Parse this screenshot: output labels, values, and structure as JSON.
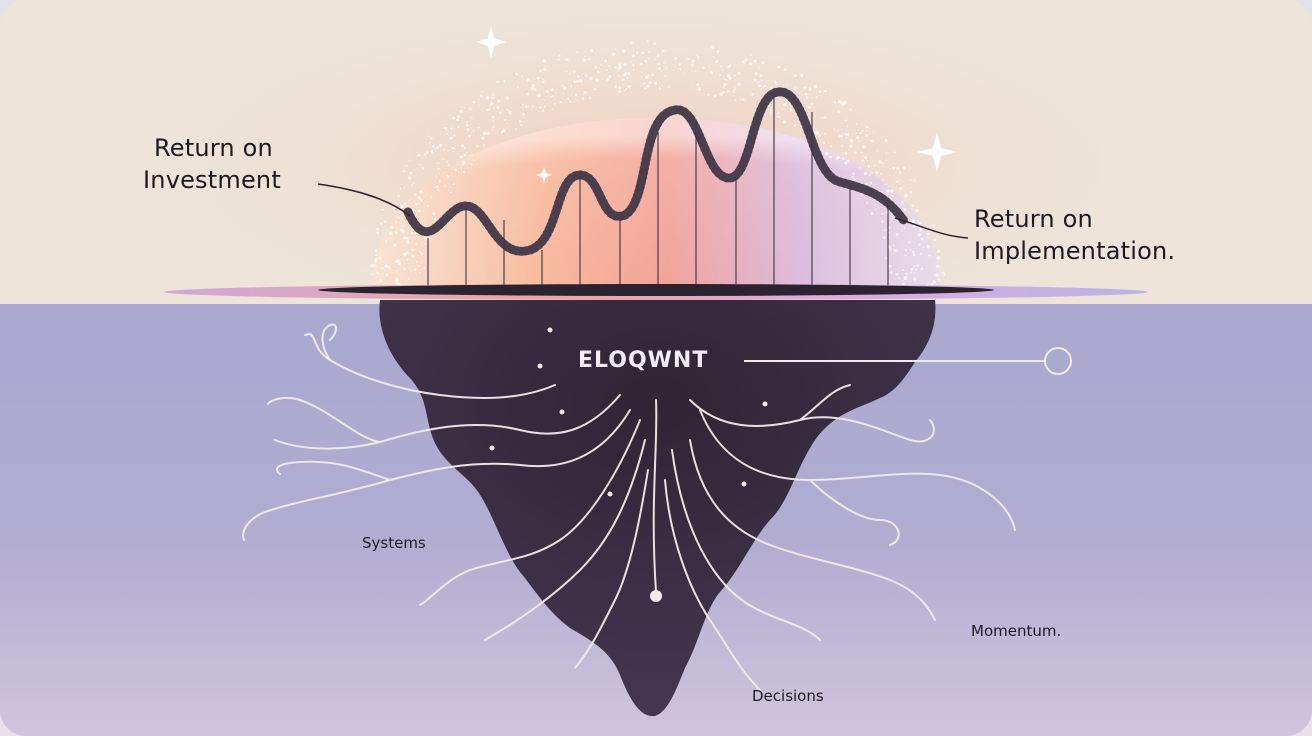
{
  "diagram": {
    "left_label_line1": "Return on",
    "left_label_line2": "Investment",
    "right_label_line1": "Return on",
    "right_label_line2": "Implementation.",
    "center_brand": "ELOQWNT",
    "bottom_labels": {
      "systems": "Systems",
      "decisions": "Decisions",
      "momentum": "Momentum."
    }
  },
  "colors": {
    "top_bg": "#eee4da",
    "bottom_bg": "#b0acd0",
    "iceberg": "#3a2e42",
    "glow_warm": "#f6a98c",
    "glow_cool": "#cdb6e4",
    "line_light": "#f1ece7",
    "ink": "#1e1a22"
  }
}
